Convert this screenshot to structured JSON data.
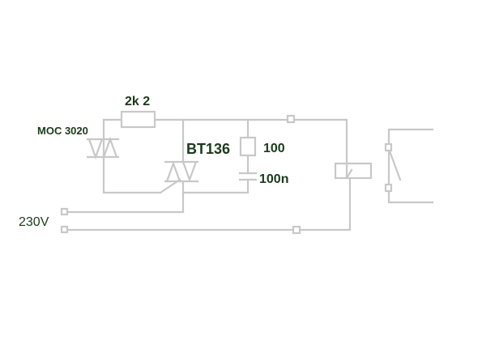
{
  "labels": {
    "resistor_2k2": "2k 2",
    "optocoupler": "MOC 3020",
    "triac": "BT136",
    "snubber_resistor": "100",
    "snubber_capacitor": "100n",
    "mains": "230V"
  },
  "colors": {
    "wire": "#c8c8c8",
    "text": "#1a3a1a",
    "background": "#ffffff"
  }
}
